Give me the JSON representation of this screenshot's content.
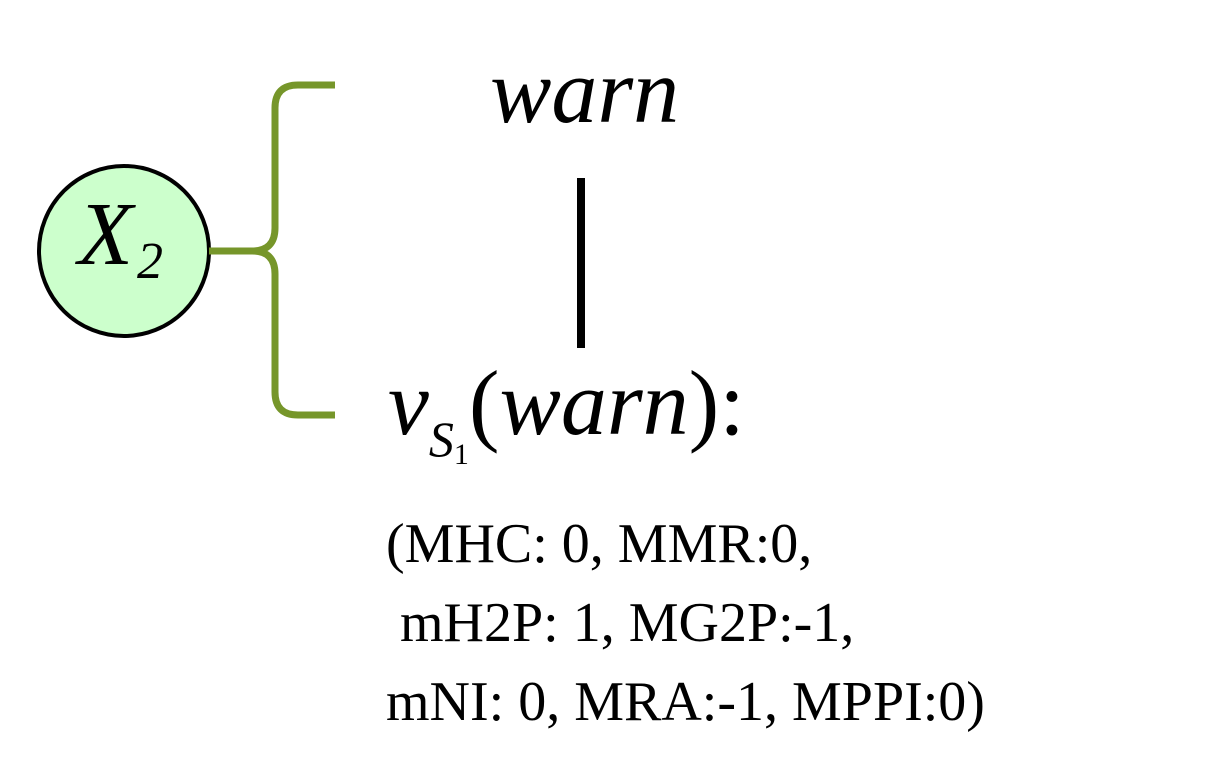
{
  "node": {
    "label": "X",
    "subscript": "2",
    "fill_color": "#ccffcc",
    "border_color": "#000000"
  },
  "brace_color": "#76962a",
  "top_word": "warn",
  "value_expression": {
    "function": "v",
    "subscript": "S",
    "subscript_index": "1",
    "argument": "warn",
    "open_paren": "(",
    "close_paren": "):"
  },
  "values_lines": [
    "(MHC: 0, MMR:0,",
    " mH2P: 1, MG2P:-1,",
    "mNI: 0, MRA:-1, MPPI:0)"
  ]
}
